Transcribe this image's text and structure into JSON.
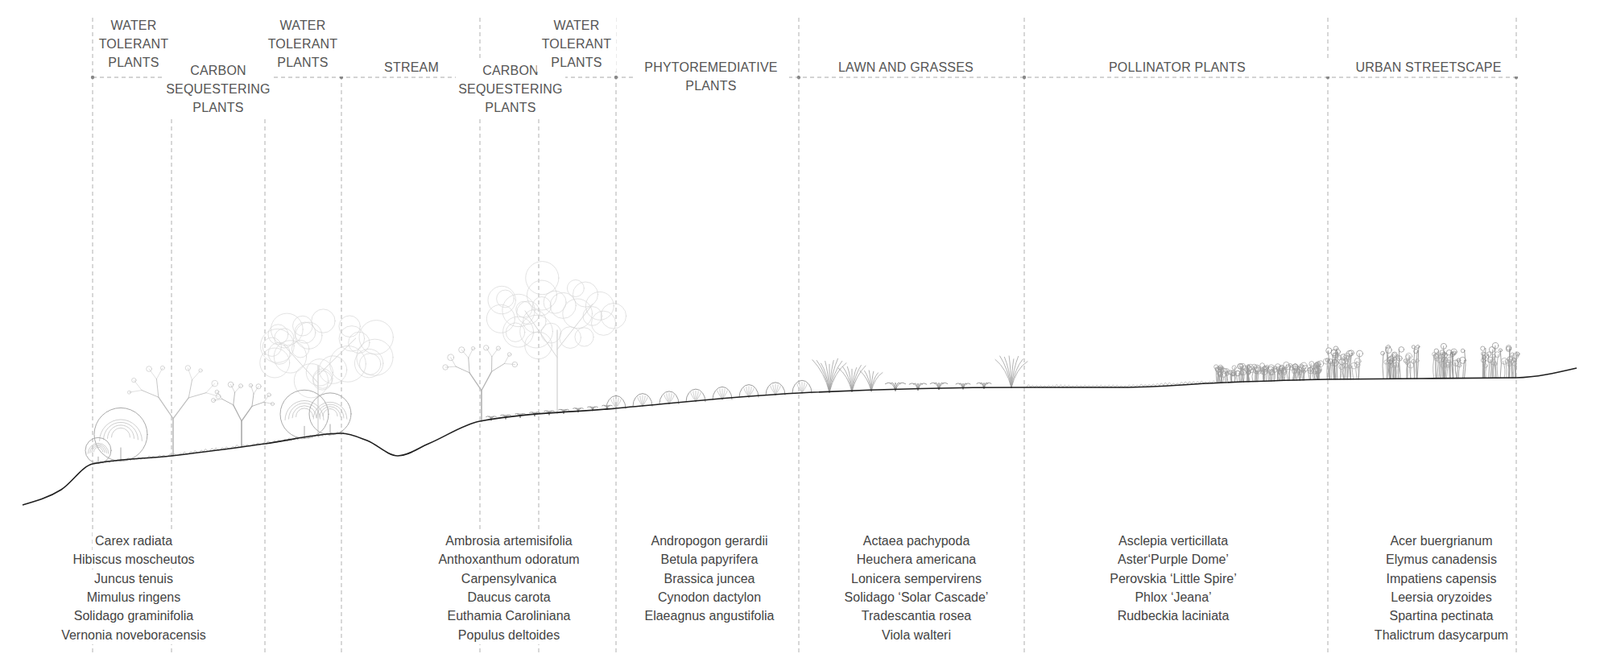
{
  "diagram": {
    "labels": [
      "WATER TOLERANT PLANTS",
      "CARBON SEQUESTERING PLANTS",
      "WATER TOLERANT PLANTS",
      "STREAM",
      "CARBON SEQUESTERING PLANTS",
      "WATER TOLERANT PLANTS",
      "PHYTOREMEDIATIVE PLANTS",
      "LAWN AND GRASSES",
      "POLLINATOR PLANTS",
      "URBAN STREETSCAPE",
      "Carex radiata",
      "Hibiscus moscheutos",
      "Juncus tenuis",
      "Mimulus ringens",
      "Solidago graminifolia",
      "Vernonia noveboracensis",
      "Ambrosia artemisifolia",
      "Anthoxanthum odoratum",
      "Carpensylvanica",
      "Daucus carota",
      "Euthamia Caroliniana",
      "Populus deltoides",
      "Andropogon gerardii",
      "Betula papyrifera",
      "Brassica juncea",
      "Cynodon dactylon",
      "Elaeagnus angustifolia",
      "Actaea pachypoda",
      "Heuchera americana",
      "Lonicera sempervirens",
      "Solidago ‘Solar Cascade’",
      "Tradescantia rosea",
      "Viola walteri",
      "Asclepia verticillata",
      "Aster‘Purple Dome’",
      "Perovskia ‘Little Spire’",
      "Phlox ‘Jeana’",
      "Rudbeckia laciniata",
      "Acer buergrianum",
      "Elymus canadensis",
      "Impatiens capensis",
      "Leersia oryzoides",
      "Spartina pectinata",
      "Thalictrum dasycarpum"
    ]
  }
}
